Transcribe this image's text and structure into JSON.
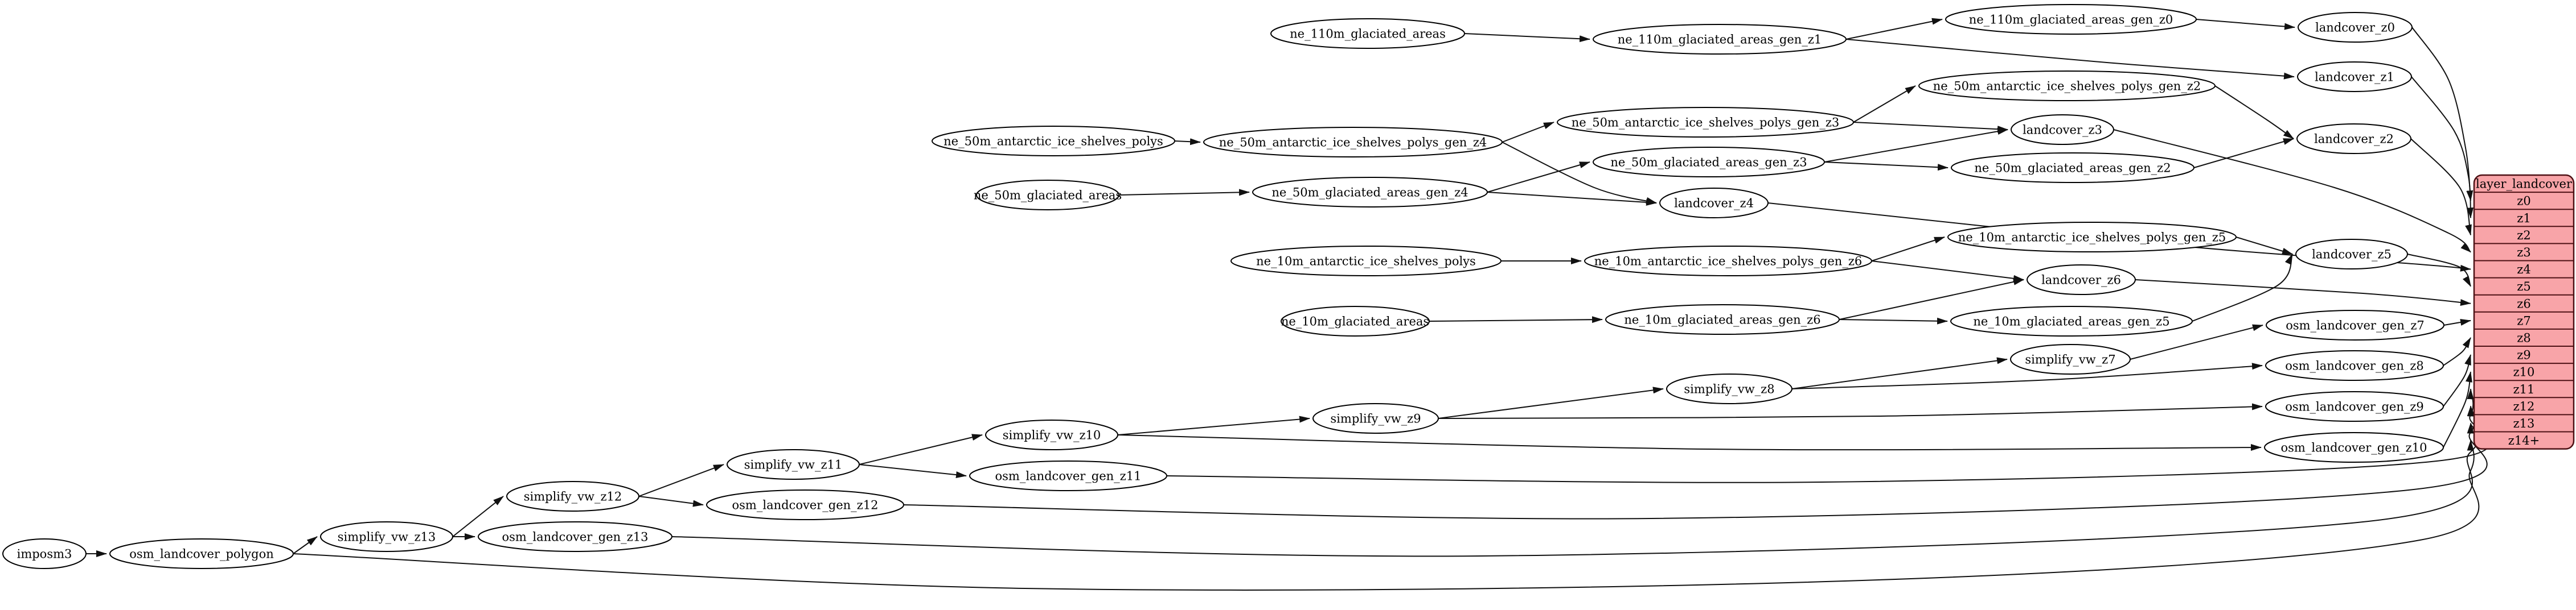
{
  "colors": {
    "background": "#ffffff",
    "node_fill": "#ffffff",
    "node_stroke": "#000000",
    "edge": "#111111",
    "table_fill": "#f8a4a8",
    "table_stroke": "#4d1014",
    "text": "#000000"
  },
  "table": {
    "title": "layer_landcover",
    "rows": [
      "z0",
      "z1",
      "z2",
      "z3",
      "z4",
      "z5",
      "z6",
      "z7",
      "z8",
      "z9",
      "z10",
      "z11",
      "z12",
      "z13",
      "z14+"
    ]
  },
  "nodes": [
    {
      "id": "ne_110m_glaciated_areas",
      "label": "ne_110m_glaciated_areas"
    },
    {
      "id": "ne_110m_glaciated_areas_gen_z1",
      "label": "ne_110m_glaciated_areas_gen_z1"
    },
    {
      "id": "ne_110m_glaciated_areas_gen_z0",
      "label": "ne_110m_glaciated_areas_gen_z0"
    },
    {
      "id": "landcover_z0",
      "label": "landcover_z0"
    },
    {
      "id": "landcover_z1",
      "label": "landcover_z1"
    },
    {
      "id": "ne_50m_antarctic_ice_shelves_polys",
      "label": "ne_50m_antarctic_ice_shelves_polys"
    },
    {
      "id": "ne_50m_antarctic_ice_shelves_polys_gen_z4",
      "label": "ne_50m_antarctic_ice_shelves_polys_gen_z4"
    },
    {
      "id": "ne_50m_antarctic_ice_shelves_polys_gen_z3",
      "label": "ne_50m_antarctic_ice_shelves_polys_gen_z3"
    },
    {
      "id": "ne_50m_antarctic_ice_shelves_polys_gen_z2",
      "label": "ne_50m_antarctic_ice_shelves_polys_gen_z2"
    },
    {
      "id": "ne_50m_glaciated_areas",
      "label": "ne_50m_glaciated_areas"
    },
    {
      "id": "ne_50m_glaciated_areas_gen_z4",
      "label": "ne_50m_glaciated_areas_gen_z4"
    },
    {
      "id": "ne_50m_glaciated_areas_gen_z3",
      "label": "ne_50m_glaciated_areas_gen_z3"
    },
    {
      "id": "ne_50m_glaciated_areas_gen_z2",
      "label": "ne_50m_glaciated_areas_gen_z2"
    },
    {
      "id": "landcover_z2",
      "label": "landcover_z2"
    },
    {
      "id": "landcover_z3",
      "label": "landcover_z3"
    },
    {
      "id": "landcover_z4",
      "label": "landcover_z4"
    },
    {
      "id": "ne_10m_antarctic_ice_shelves_polys",
      "label": "ne_10m_antarctic_ice_shelves_polys"
    },
    {
      "id": "ne_10m_antarctic_ice_shelves_polys_gen_z6",
      "label": "ne_10m_antarctic_ice_shelves_polys_gen_z6"
    },
    {
      "id": "ne_10m_antarctic_ice_shelves_polys_gen_z5",
      "label": "ne_10m_antarctic_ice_shelves_polys_gen_z5"
    },
    {
      "id": "landcover_z5",
      "label": "landcover_z5"
    },
    {
      "id": "landcover_z6",
      "label": "landcover_z6"
    },
    {
      "id": "ne_10m_glaciated_areas",
      "label": "ne_10m_glaciated_areas"
    },
    {
      "id": "ne_10m_glaciated_areas_gen_z6",
      "label": "ne_10m_glaciated_areas_gen_z6"
    },
    {
      "id": "ne_10m_glaciated_areas_gen_z5",
      "label": "ne_10m_glaciated_areas_gen_z5"
    },
    {
      "id": "imposm3",
      "label": "imposm3"
    },
    {
      "id": "osm_landcover_polygon",
      "label": "osm_landcover_polygon"
    },
    {
      "id": "simplify_vw_z13",
      "label": "simplify_vw_z13"
    },
    {
      "id": "simplify_vw_z12",
      "label": "simplify_vw_z12"
    },
    {
      "id": "simplify_vw_z11",
      "label": "simplify_vw_z11"
    },
    {
      "id": "simplify_vw_z10",
      "label": "simplify_vw_z10"
    },
    {
      "id": "simplify_vw_z9",
      "label": "simplify_vw_z9"
    },
    {
      "id": "simplify_vw_z8",
      "label": "simplify_vw_z8"
    },
    {
      "id": "simplify_vw_z7",
      "label": "simplify_vw_z7"
    },
    {
      "id": "osm_landcover_gen_z13",
      "label": "osm_landcover_gen_z13"
    },
    {
      "id": "osm_landcover_gen_z12",
      "label": "osm_landcover_gen_z12"
    },
    {
      "id": "osm_landcover_gen_z11",
      "label": "osm_landcover_gen_z11"
    },
    {
      "id": "osm_landcover_gen_z10",
      "label": "osm_landcover_gen_z10"
    },
    {
      "id": "osm_landcover_gen_z9",
      "label": "osm_landcover_gen_z9"
    },
    {
      "id": "osm_landcover_gen_z8",
      "label": "osm_landcover_gen_z8"
    },
    {
      "id": "osm_landcover_gen_z7",
      "label": "osm_landcover_gen_z7"
    }
  ],
  "edges": [
    {
      "from": "ne_110m_glaciated_areas",
      "to": "ne_110m_glaciated_areas_gen_z1"
    },
    {
      "from": "ne_110m_glaciated_areas_gen_z1",
      "to": "ne_110m_glaciated_areas_gen_z0"
    },
    {
      "from": "ne_110m_glaciated_areas_gen_z0",
      "to": "landcover_z0"
    },
    {
      "from": "ne_110m_glaciated_areas_gen_z1",
      "to": "landcover_z1"
    },
    {
      "from": "landcover_z0",
      "to": "row:z0"
    },
    {
      "from": "landcover_z1",
      "to": "row:z1"
    },
    {
      "from": "ne_50m_antarctic_ice_shelves_polys",
      "to": "ne_50m_antarctic_ice_shelves_polys_gen_z4"
    },
    {
      "from": "ne_50m_antarctic_ice_shelves_polys_gen_z4",
      "to": "ne_50m_antarctic_ice_shelves_polys_gen_z3"
    },
    {
      "from": "ne_50m_antarctic_ice_shelves_polys_gen_z3",
      "to": "ne_50m_antarctic_ice_shelves_polys_gen_z2"
    },
    {
      "from": "ne_50m_antarctic_ice_shelves_polys_gen_z4",
      "to": "landcover_z4"
    },
    {
      "from": "ne_50m_antarctic_ice_shelves_polys_gen_z3",
      "to": "landcover_z3"
    },
    {
      "from": "ne_50m_antarctic_ice_shelves_polys_gen_z2",
      "to": "landcover_z2"
    },
    {
      "from": "ne_50m_glaciated_areas",
      "to": "ne_50m_glaciated_areas_gen_z4"
    },
    {
      "from": "ne_50m_glaciated_areas_gen_z4",
      "to": "ne_50m_glaciated_areas_gen_z3"
    },
    {
      "from": "ne_50m_glaciated_areas_gen_z3",
      "to": "ne_50m_glaciated_areas_gen_z2"
    },
    {
      "from": "ne_50m_glaciated_areas_gen_z4",
      "to": "landcover_z4"
    },
    {
      "from": "ne_50m_glaciated_areas_gen_z3",
      "to": "landcover_z3"
    },
    {
      "from": "ne_50m_glaciated_areas_gen_z2",
      "to": "landcover_z2"
    },
    {
      "from": "landcover_z2",
      "to": "row:z2"
    },
    {
      "from": "landcover_z3",
      "to": "row:z3"
    },
    {
      "from": "landcover_z4",
      "to": "row:z4"
    },
    {
      "from": "ne_10m_antarctic_ice_shelves_polys",
      "to": "ne_10m_antarctic_ice_shelves_polys_gen_z6"
    },
    {
      "from": "ne_10m_antarctic_ice_shelves_polys_gen_z6",
      "to": "ne_10m_antarctic_ice_shelves_polys_gen_z5"
    },
    {
      "from": "ne_10m_antarctic_ice_shelves_polys_gen_z6",
      "to": "landcover_z6"
    },
    {
      "from": "ne_10m_antarctic_ice_shelves_polys_gen_z5",
      "to": "landcover_z5"
    },
    {
      "from": "ne_10m_glaciated_areas",
      "to": "ne_10m_glaciated_areas_gen_z6"
    },
    {
      "from": "ne_10m_glaciated_areas_gen_z6",
      "to": "ne_10m_glaciated_areas_gen_z5"
    },
    {
      "from": "ne_10m_glaciated_areas_gen_z6",
      "to": "landcover_z6"
    },
    {
      "from": "ne_10m_glaciated_areas_gen_z5",
      "to": "landcover_z5"
    },
    {
      "from": "landcover_z5",
      "to": "row:z5"
    },
    {
      "from": "landcover_z6",
      "to": "row:z6"
    },
    {
      "from": "imposm3",
      "to": "osm_landcover_polygon"
    },
    {
      "from": "osm_landcover_polygon",
      "to": "simplify_vw_z13"
    },
    {
      "from": "osm_landcover_polygon",
      "to": "row:z14+"
    },
    {
      "from": "simplify_vw_z13",
      "to": "osm_landcover_gen_z13"
    },
    {
      "from": "simplify_vw_z13",
      "to": "simplify_vw_z12"
    },
    {
      "from": "simplify_vw_z12",
      "to": "osm_landcover_gen_z12"
    },
    {
      "from": "simplify_vw_z12",
      "to": "simplify_vw_z11"
    },
    {
      "from": "simplify_vw_z11",
      "to": "osm_landcover_gen_z11"
    },
    {
      "from": "simplify_vw_z11",
      "to": "simplify_vw_z10"
    },
    {
      "from": "simplify_vw_z10",
      "to": "osm_landcover_gen_z10"
    },
    {
      "from": "simplify_vw_z10",
      "to": "simplify_vw_z9"
    },
    {
      "from": "simplify_vw_z9",
      "to": "osm_landcover_gen_z9"
    },
    {
      "from": "simplify_vw_z9",
      "to": "simplify_vw_z8"
    },
    {
      "from": "simplify_vw_z8",
      "to": "osm_landcover_gen_z8"
    },
    {
      "from": "simplify_vw_z8",
      "to": "simplify_vw_z7"
    },
    {
      "from": "simplify_vw_z7",
      "to": "osm_landcover_gen_z7"
    },
    {
      "from": "osm_landcover_gen_z7",
      "to": "row:z7"
    },
    {
      "from": "osm_landcover_gen_z8",
      "to": "row:z8"
    },
    {
      "from": "osm_landcover_gen_z9",
      "to": "row:z9"
    },
    {
      "from": "osm_landcover_gen_z10",
      "to": "row:z10"
    },
    {
      "from": "osm_landcover_gen_z11",
      "to": "row:z11"
    },
    {
      "from": "osm_landcover_gen_z12",
      "to": "row:z12"
    },
    {
      "from": "osm_landcover_gen_z13",
      "to": "row:z13"
    }
  ]
}
